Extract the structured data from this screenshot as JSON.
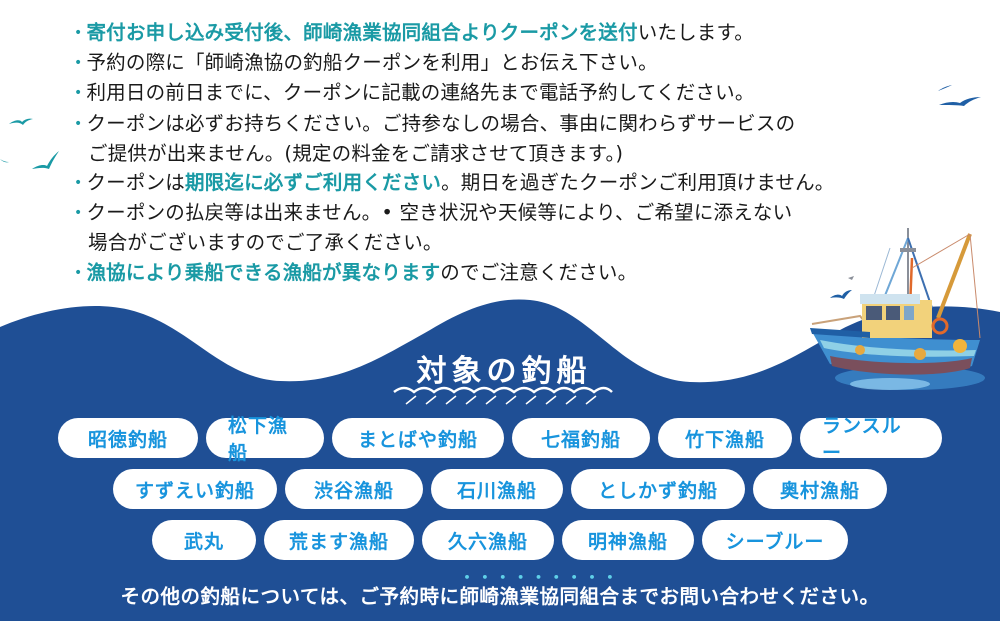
{
  "colors": {
    "navy": "#1f4f95",
    "teal_highlight": "#1a9aa5",
    "pill_text": "#1894dd",
    "text": "#1a1a1a",
    "white": "#ffffff",
    "footer_dots": "#5fd0e8"
  },
  "notes": [
    {
      "parts": [
        {
          "text": "寄付お申し込み受付後、師崎漁業協同組合よりクーポンを送付",
          "highlight": true
        },
        {
          "text": "いたします。",
          "highlight": false
        }
      ]
    },
    {
      "parts": [
        {
          "text": "予約の際に「師崎漁協の釣船クーポンを利用」とお伝え下さい。",
          "highlight": false
        }
      ]
    },
    {
      "parts": [
        {
          "text": "利用日の前日までに、クーポンに記載の連絡先まで電話予約してください。",
          "highlight": false
        }
      ]
    },
    {
      "parts": [
        {
          "text": "クーポンは必ずお持ちください。ご持参なしの場合、事由に関わらずサービスの",
          "highlight": false
        }
      ]
    },
    {
      "continuation": "ご提供が出来ません。(規定の料金をご請求させて頂きます。)"
    },
    {
      "parts": [
        {
          "text": "クーポンは",
          "highlight": false
        },
        {
          "text": "期限迄に必ずご利用ください",
          "highlight": true
        },
        {
          "text": "。期日を過ぎたクーポンご利用頂けません。",
          "highlight": false
        }
      ]
    },
    {
      "parts": [
        {
          "text": "クーポンの払戻等は出来ません。• 空き状況や天候等により、ご希望に添えない",
          "highlight": false
        }
      ]
    },
    {
      "continuation": "場合がございますのでご了承ください。"
    },
    {
      "parts": [
        {
          "text": "漁協により乗船できる漁船が異なります",
          "highlight": true
        },
        {
          "text": "のでご注意ください。",
          "highlight": false
        }
      ]
    }
  ],
  "section": {
    "title": "対象の釣船"
  },
  "boats": {
    "rows": [
      [
        "昭徳釣船",
        "松下漁船",
        "まとばや釣船",
        "七福釣船",
        "竹下漁船",
        "ランスルー"
      ],
      [
        "すずえい釣船",
        "渋谷漁船",
        "石川漁船",
        "としかず釣船",
        "奥村漁船"
      ],
      [
        "武丸",
        "荒ます漁船",
        "久六漁船",
        "明神漁船",
        "シーブルー"
      ]
    ]
  },
  "footer": {
    "before": "その他の釣船については、ご予約時に",
    "emphasis": "師崎漁業協同組合",
    "after": "までお問い合わせください。"
  },
  "icons": {
    "bullet": "•",
    "birds": "seagull-icon",
    "boat": "fishing-boat-illustration",
    "title_waves": "wave-decoration-icon"
  }
}
